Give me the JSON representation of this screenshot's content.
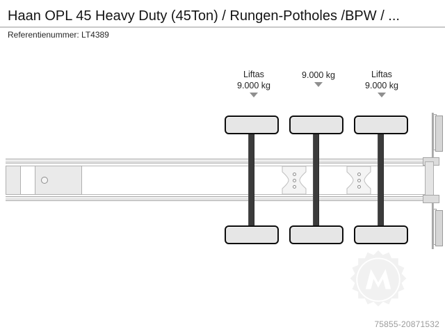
{
  "header": {
    "title": "Haan OPL 45 Heavy Duty (45Ton) / Rungen-Potholes /BPW / ...",
    "reference_label": "Referentienummer: LT4389"
  },
  "drawing": {
    "alt": "Top-view technical line drawing of a 3-axle semi-trailer chassis",
    "callouts": [
      {
        "id": "callout-1",
        "name": "Liftas",
        "value": "9.000 kg",
        "arrow": "down-arrow"
      },
      {
        "id": "callout-2",
        "name": "",
        "value": "9.000 kg",
        "arrow": "down-arrow"
      },
      {
        "id": "callout-3",
        "name": "Liftas",
        "value": "9.000 kg",
        "arrow": "down-arrow"
      }
    ],
    "parts": {
      "kingpin": "kingpin-circle",
      "axle_count": 3,
      "tire_rows": 2,
      "gusset_holes_per_plate": 3
    },
    "watermark": {
      "icon": "gear-m-watermark",
      "letter": "M"
    }
  },
  "footer": {
    "image_id": "75855-20871532"
  },
  "colors": {
    "rule": "#c9c9c9",
    "tire_outline": "#0d0d0d",
    "tire_fill": "#e6e6e6",
    "axle": "#3b3b3b",
    "frame": "#b0b0b0",
    "arrow": "#8f8f8f",
    "image_id_text": "#9b9b9b",
    "watermark": "#f2f2f2"
  }
}
